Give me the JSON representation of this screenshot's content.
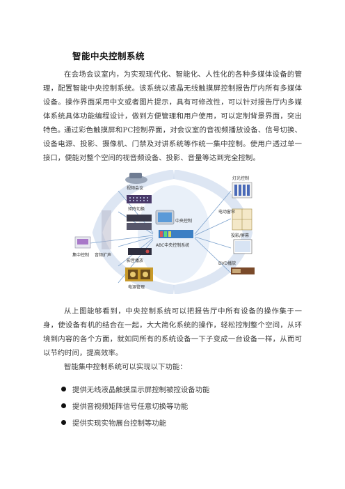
{
  "title": "智能中央控制系统",
  "paragraphs": [
    "在会场会议室内，为实现现代化、智能化、人性化的各种多媒体设备的管理，配置智能中央控制系统。该系统以液晶无线触摸屏控制报告厅内所有多媒体设备。操作界面采用中文或者图片提示，具有可修改性，可以针对报告厅内多媒体系统具体功能编程设计，做到方便管理和用户使用，可以定制背景界面，突出特色。",
    "通过彩色触摸屏和PC控制界面，对会议室的音视频播放设备、信号切换、设备电源、投影、摄像机、门禁及对讲系统等作统一集中控制。使用户透过单一接口，便能对整个空间的视音频设备、投影、音量等达到完全控制。",
    "从上图能够看到，中央控制系统可以把报告厅中所有设备的操作集于一身，使设备有机的结合在一起，大大简化系统的操作，轻松控制整个空间，从环境到内容的各个方面，就如同所有的系统设备一下子变成一台设备一样，从而可以节约时间，提高效率。",
    "智能集中控制系统可以实现以下功能："
  ],
  "bullets": [
    "提供无线液晶触摸显示屏控制被控设备功能",
    "提供音视频矩阵信号任意切换等功能",
    "提供实现实物展台控制等功能"
  ],
  "figure": {
    "left_labels": [
      "视频会议",
      "矩阵切换",
      "集中控制",
      "音频扩声",
      "影音播放",
      "电源管理"
    ],
    "center_labels": [
      "中央控制",
      "ABC中央控制系统"
    ],
    "right_labels": [
      "灯光控制",
      "电动窗帘",
      "投影/屏幕",
      "DVD播放"
    ],
    "colors": {
      "arc": "#b9cde6",
      "panel": "#3c7fc4",
      "device_dark": "#4a3a6a",
      "device_gold": "#c89a2a"
    }
  }
}
